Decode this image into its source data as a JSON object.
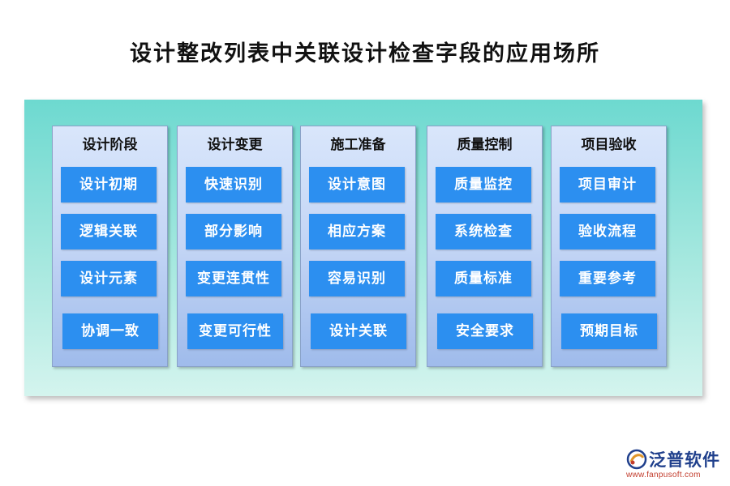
{
  "title": "设计整改列表中关联设计检查字段的应用场所",
  "columns": [
    {
      "header": "设计阶段",
      "items": [
        "设计初期",
        "逻辑关联",
        "设计元素",
        "协调一致"
      ]
    },
    {
      "header": "设计变更",
      "items": [
        "快速识别",
        "部分影响",
        "变更连贯性",
        "变更可行性"
      ]
    },
    {
      "header": "施工准备",
      "items": [
        "设计意图",
        "相应方案",
        "容易识别",
        "设计关联"
      ]
    },
    {
      "header": "质量控制",
      "items": [
        "质量监控",
        "系统检查",
        "质量标准",
        "安全要求"
      ]
    },
    {
      "header": "项目验收",
      "items": [
        "项目审计",
        "验收流程",
        "重要参考",
        "预期目标"
      ]
    }
  ],
  "logo": {
    "text": "泛普软件",
    "url": "www.fanpusoft.com"
  },
  "colors": {
    "panel": "#6dd9d0",
    "column": "#c3d5f5",
    "item": "#2c8ff0",
    "logo": "#1f3f8c"
  }
}
